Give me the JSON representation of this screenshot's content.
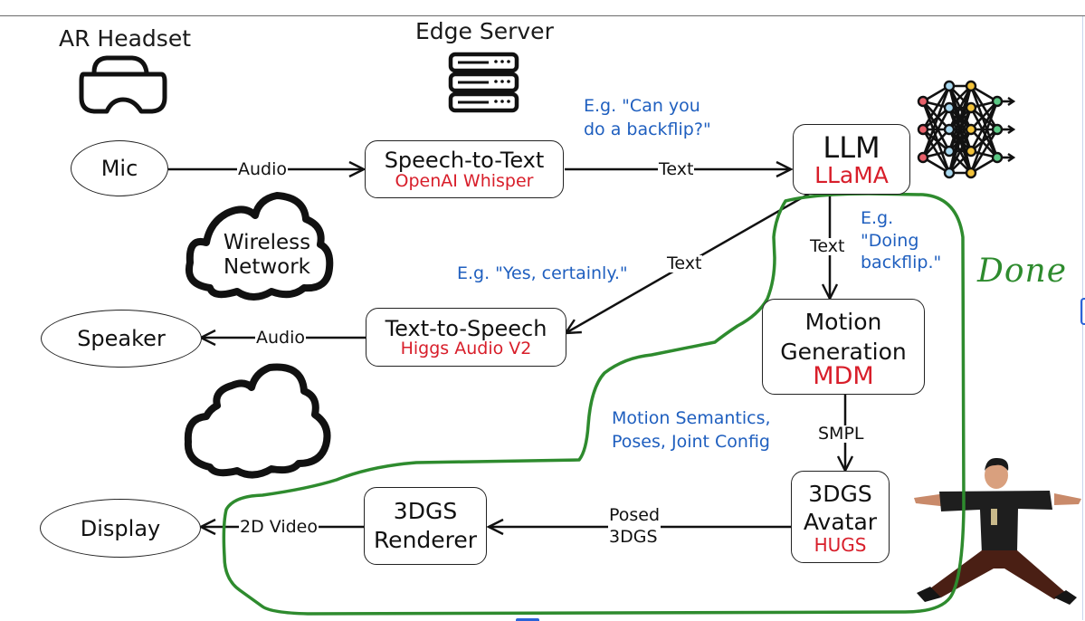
{
  "headings": {
    "headset": "AR Headset",
    "server": "Edge Server"
  },
  "nodes": {
    "mic": "Mic",
    "speaker": "Speaker",
    "display": "Display",
    "stt": {
      "title": "Speech-to-Text",
      "model": "OpenAI Whisper"
    },
    "llm": {
      "title": "LLM",
      "model": "LLaMA"
    },
    "tts": {
      "title": "Text-to-Speech",
      "model": "Higgs Audio V2"
    },
    "motion": {
      "title_line1": "Motion",
      "title_line2": "Generation",
      "model": "MDM"
    },
    "avatar": {
      "title_line1": "3DGS",
      "title_line2": "Avatar",
      "model": "HUGS"
    },
    "renderer": {
      "title_line1": "3DGS",
      "title_line2": "Renderer"
    }
  },
  "edges": {
    "mic_to_stt": "Audio",
    "stt_to_llm": "Text",
    "llm_to_tts": "Text",
    "tts_to_speaker": "Audio",
    "llm_to_motion": "Text",
    "motion_to_avatar": "SMPL",
    "avatar_to_renderer_line1": "Posed",
    "avatar_to_renderer_line2": "3DGS",
    "renderer_to_display": "2D Video"
  },
  "notes": {
    "user_query_line1": "E.g. \"Can you",
    "user_query_line2": "do a backflip?\"",
    "reply": "E.g. \"Yes, certainly.\"",
    "action_line1": "E.g.",
    "action_line2": "\"Doing",
    "action_line3": "backflip.\"",
    "motion_semantics_line1": "Motion Semantics,",
    "motion_semantics_line2": "Poses, Joint Config"
  },
  "cloud": {
    "line1": "Wireless",
    "line2": "Network"
  },
  "annotation": {
    "label": "Done",
    "color": "#2e8b2e"
  },
  "colors": {
    "model_red": "#d81e2a",
    "note_blue": "#1f5fbf",
    "done_green": "#2e8b2e"
  },
  "icons": {
    "headset": "vr-headset-icon",
    "server": "server-rack-icon",
    "neural_net": "neural-network-icon",
    "avatar_photo": "avatar-t-pose-image"
  }
}
